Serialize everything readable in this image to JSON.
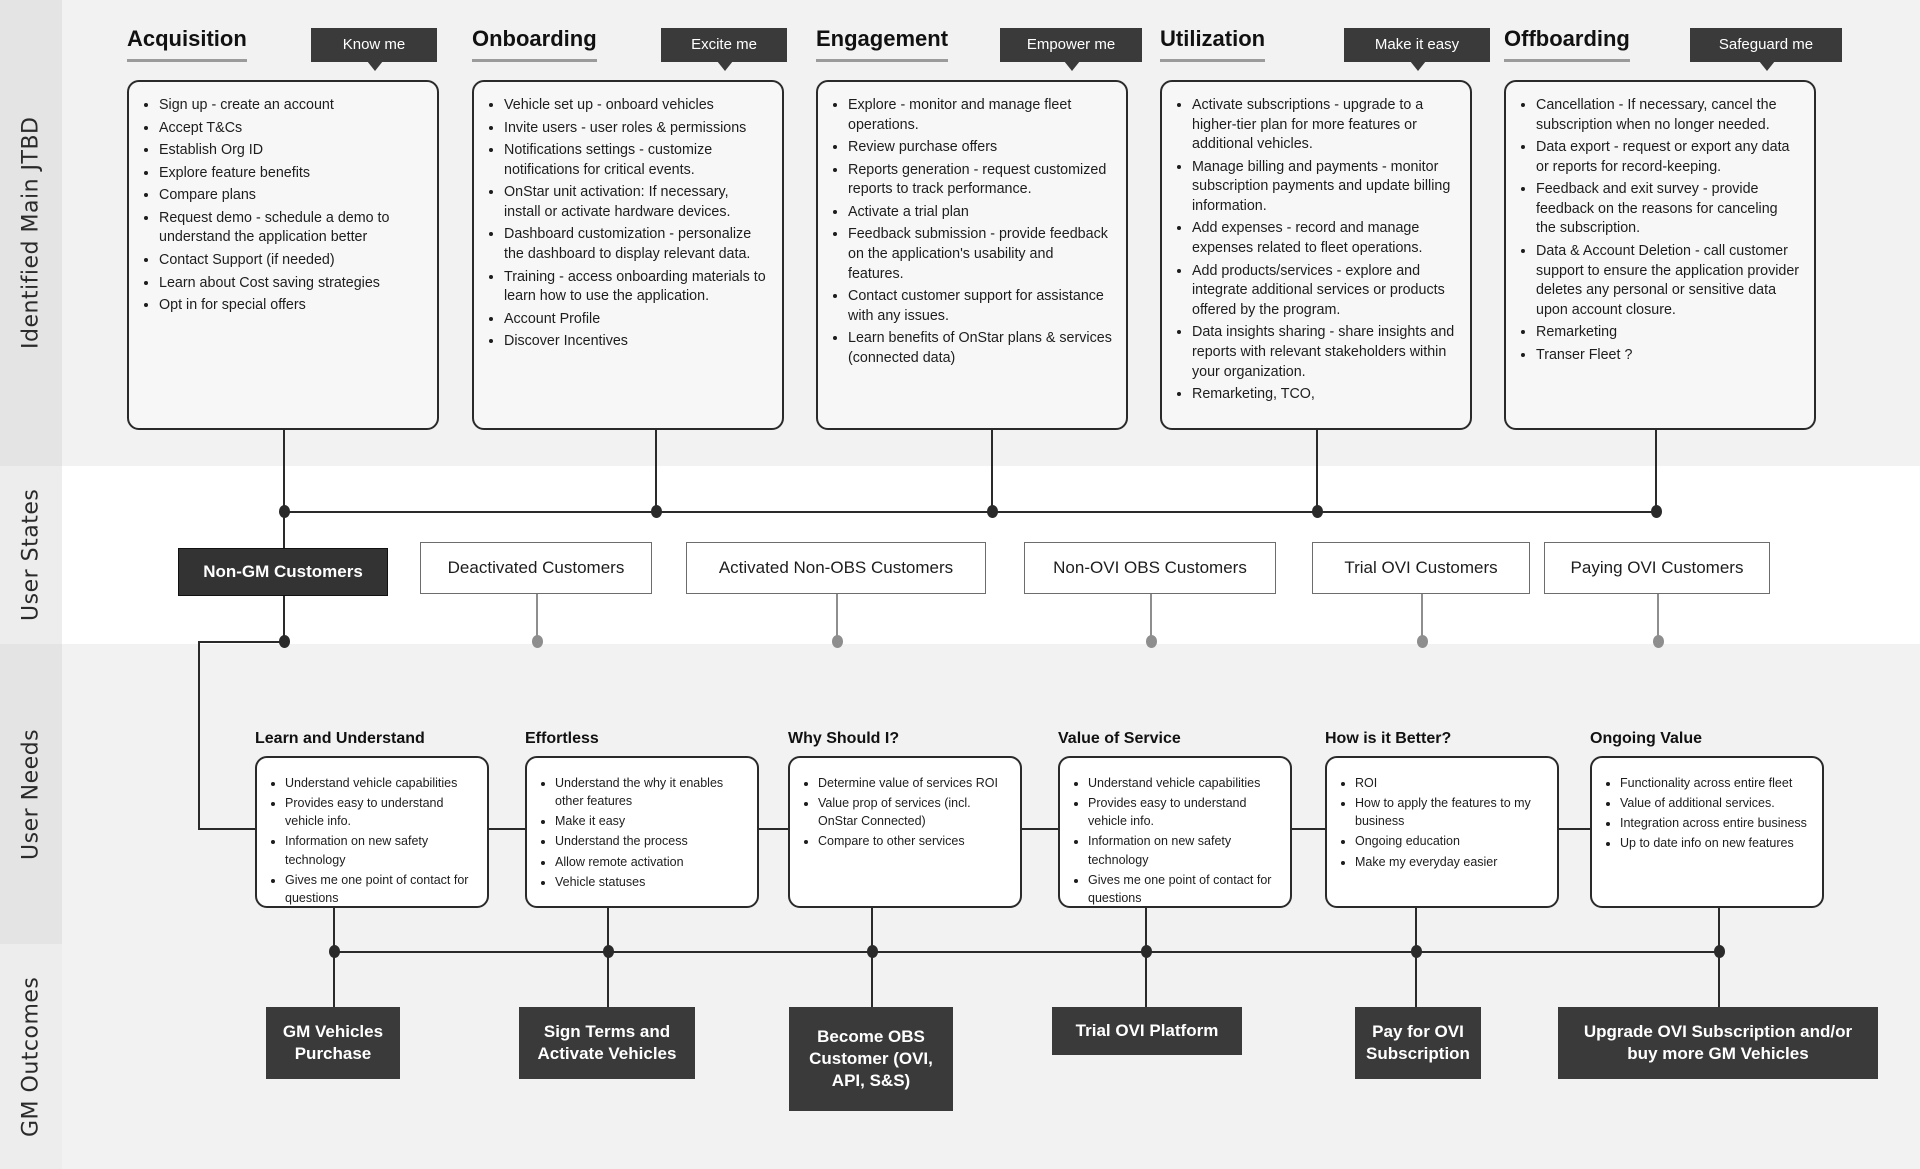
{
  "rows": {
    "jtbd_label": "Identified Main JTBD",
    "states_label": "User States",
    "needs_label": "User Needs",
    "outcomes_label": "GM Outcomes"
  },
  "stages": [
    {
      "title": "Acquisition",
      "pill": "Know me",
      "items": [
        "Sign up - create an account",
        "Accept T&Cs",
        "Establish Org ID",
        "Explore feature benefits",
        "Compare plans",
        "Request demo - schedule a demo to understand the application better",
        "Contact Support (if needed)",
        "Learn about Cost saving strategies",
        "Opt in for special offers"
      ]
    },
    {
      "title": "Onboarding",
      "pill": "Excite me",
      "items": [
        "Vehicle set up - onboard vehicles",
        "Invite users - user roles & permissions",
        "Notifications settings - customize notifications for critical events.",
        "OnStar unit activation: If necessary, install or activate hardware devices.",
        "Dashboard customization - personalize the dashboard to display relevant data.",
        "Training - access onboarding materials to learn how to use the application.",
        "Account Profile",
        "Discover Incentives"
      ]
    },
    {
      "title": "Engagement",
      "pill": "Empower me",
      "items": [
        "Explore - monitor and manage fleet operations.",
        "Review purchase offers",
        "Reports generation - request customized reports to track performance.",
        "Activate a trial plan",
        "Feedback submission - provide feedback on the application's usability and features.",
        "Contact customer support for assistance with any issues.",
        "Learn benefits of OnStar plans & services (connected data)"
      ]
    },
    {
      "title": "Utilization",
      "pill": "Make it easy",
      "items": [
        "Activate subscriptions - upgrade to a higher-tier plan for more features or additional vehicles.",
        "Manage billing and payments - monitor subscription payments and update billing information.",
        "Add expenses - record and manage expenses related to fleet operations.",
        "Add products/services - explore and integrate additional services or products offered by the program.",
        "Data insights sharing - share insights and reports with relevant stakeholders within your organization.",
        "Remarketing, TCO,"
      ]
    },
    {
      "title": "Offboarding",
      "pill": "Safeguard me",
      "items": [
        "Cancellation - If necessary, cancel the subscription when no longer needed.",
        "Data export - request or export any data or reports for record-keeping.",
        "Feedback and exit survey - provide feedback on the reasons for canceling the subscription.",
        "Data & Account Deletion - call customer support to ensure the application provider deletes any personal or sensitive data upon account closure.",
        "Remarketing",
        "Transer Fleet ?"
      ]
    }
  ],
  "user_states": [
    {
      "label": "Non-GM Customers",
      "active": true
    },
    {
      "label": "Deactivated Customers",
      "active": false
    },
    {
      "label": "Activated Non-OBS Customers",
      "active": false
    },
    {
      "label": "Non-OVI OBS Customers",
      "active": false
    },
    {
      "label": "Trial OVI Customers",
      "active": false
    },
    {
      "label": "Paying OVI Customers",
      "active": false
    }
  ],
  "user_needs": [
    {
      "title": "Learn and Understand",
      "items": [
        "Understand vehicle capabilities",
        "Provides easy to understand vehicle info.",
        "Information on new safety technology",
        "Gives me one point of contact for questions"
      ]
    },
    {
      "title": "Effortless",
      "items": [
        "Understand the why it enables other features",
        "Make it easy",
        "Understand the process",
        "Allow remote activation",
        "Vehicle statuses"
      ]
    },
    {
      "title": "Why Should I?",
      "items": [
        "Determine value of services ROI",
        "Value prop of services (incl. OnStar Connected)",
        "Compare to other services"
      ]
    },
    {
      "title": "Value of Service",
      "items": [
        "Understand vehicle capabilities",
        "Provides easy to understand vehicle info.",
        "Information on new safety technology",
        "Gives me one point of contact for questions"
      ]
    },
    {
      "title": "How is it Better?",
      "items": [
        "ROI",
        "How to apply the features to my business",
        "Ongoing education",
        "Make my everyday easier"
      ]
    },
    {
      "title": "Ongoing Value",
      "items": [
        "Functionality across entire fleet",
        "Value of additional services.",
        "Integration across entire business",
        "Up to date info on new features"
      ]
    }
  ],
  "gm_outcomes": [
    {
      "label": "GM Vehicles Purchase"
    },
    {
      "label": "Sign Terms and Activate Vehicles"
    },
    {
      "label": "Become OBS Customer (OVI, API, S&S)"
    },
    {
      "label": "Trial OVI Platform"
    },
    {
      "label": "Pay for OVI Subscription"
    },
    {
      "label": "Upgrade OVI Subscription and/or buy more GM Vehicles"
    }
  ],
  "colors": {
    "dark": "#3a3a3a",
    "band": "#f2f2f2",
    "rail": "#e4e4e4",
    "line": "#2a2a2a",
    "line_grey": "#8e8e8e"
  }
}
